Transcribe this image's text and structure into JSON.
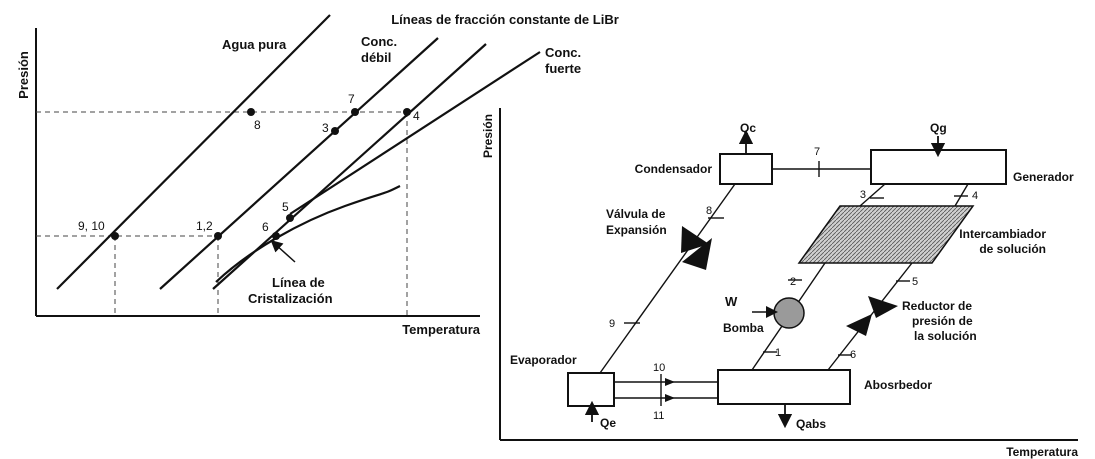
{
  "left_diagram": {
    "title": "Líneas de fracción constante de LiBr",
    "y_axis_label": "Presión",
    "x_axis_label": "Temperatura",
    "line_labels": {
      "pure_water": "Agua pura",
      "weak_conc_1": "Conc.",
      "weak_conc_2": "débil",
      "strong_conc_1": "Conc.",
      "strong_conc_2": "fuerte"
    },
    "crystallization_label_1": "Línea de",
    "crystallization_label_2": "Cristalización",
    "points": {
      "p8": "8",
      "p7": "7",
      "p3": "3",
      "p4": "4",
      "p9_10": "9, 10",
      "p1_2": "1,2",
      "p6": "6",
      "p5": "5"
    }
  },
  "right_diagram": {
    "y_axis_label": "Presión",
    "x_axis_label": "Temperatura",
    "components": {
      "condenser": "Condensador",
      "generator": "Generador",
      "evaporator": "Evaporador",
      "absorber": "Abosrbedor",
      "heat_exchanger_1": "Intercambiador",
      "heat_exchanger_2": "de solución",
      "expansion_valve_1": "Válvula de",
      "expansion_valve_2": "Expansión",
      "pump": "Bomba",
      "reducer_1": "Reductor de",
      "reducer_2": "presión de",
      "reducer_3": "la solución"
    },
    "heat_flows": {
      "qc": "Qc",
      "qg": "Qg",
      "qe": "Qe",
      "qabs": "Qabs",
      "w": "W"
    },
    "state_points": {
      "s1": "1",
      "s2": "2",
      "s3": "3",
      "s4": "4",
      "s5": "5",
      "s6": "6",
      "s7": "7",
      "s8": "8",
      "s9": "9",
      "s10": "10",
      "s11": "11"
    }
  },
  "colors": {
    "ink": "#111111",
    "guide": "#444444",
    "exchanger_fill": "#bdbdbd",
    "pump_fill": "#9a9a9a"
  }
}
